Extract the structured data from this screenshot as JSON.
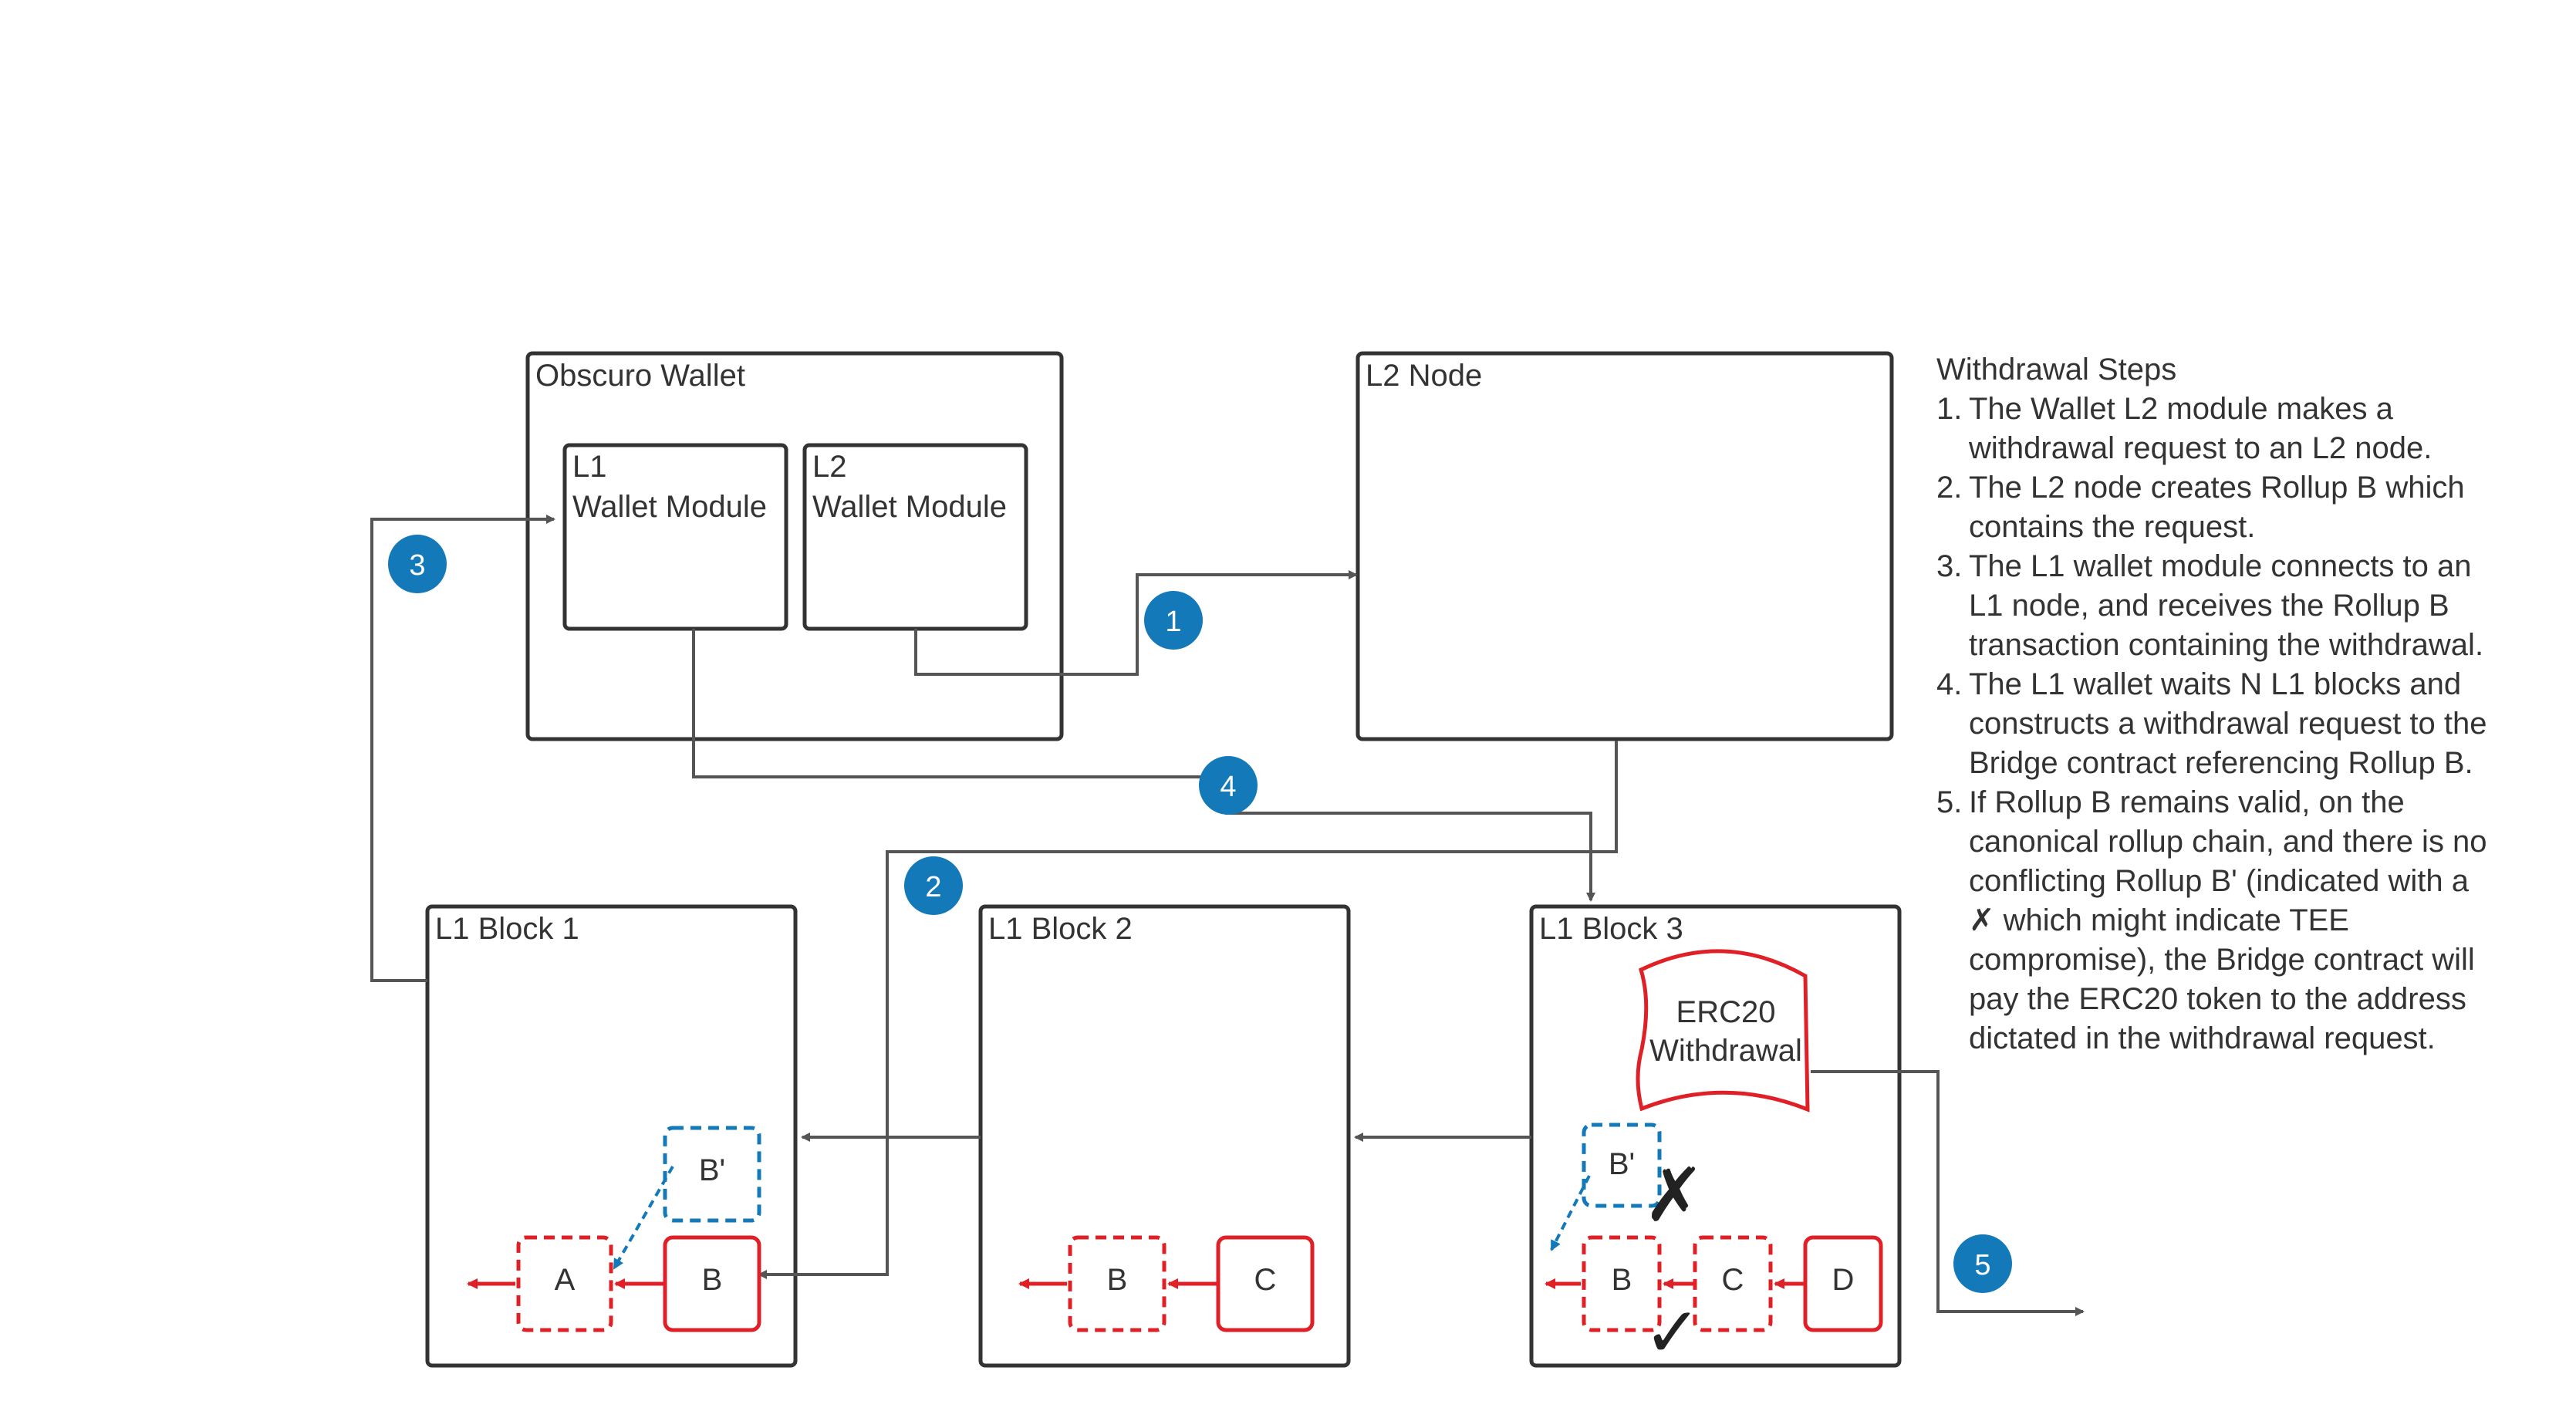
{
  "boxes": {
    "wallet": "Obscuro Wallet",
    "l1_module_line1": "L1",
    "l1_module_line2": "Wallet Module",
    "l2_module_line1": "L2",
    "l2_module_line2": "Wallet Module",
    "l2_node": "L2 Node",
    "block1": "L1 Block 1",
    "block2": "L1 Block 2",
    "block3": "L1 Block 3"
  },
  "erc20": {
    "line1": "ERC20",
    "line2": "Withdrawal"
  },
  "rollups": {
    "b1_bprime": "B'",
    "b1_a": "A",
    "b1_b": "B",
    "b2_b": "B",
    "b2_c": "C",
    "b3_bprime": "B'",
    "b3_b": "B",
    "b3_c": "C",
    "b3_d": "D"
  },
  "marks": {
    "cross": "✗",
    "check": "✓"
  },
  "step_badges": [
    "1",
    "2",
    "3",
    "4",
    "5"
  ],
  "colors": {
    "badge": "#1479B8",
    "canonical": "#E02027",
    "fork": "#1479B8",
    "box": "#333333",
    "arrow": "#555555"
  },
  "steps": {
    "title": "Withdrawal Steps",
    "items": [
      {
        "num": "1.",
        "lines": [
          "The Wallet L2 module makes a",
          "withdrawal request to an L2 node."
        ]
      },
      {
        "num": "2.",
        "lines": [
          "The L2 node creates Rollup B which",
          "contains the request."
        ]
      },
      {
        "num": "3.",
        "lines": [
          "The L1 wallet module connects to an",
          "L1 node, and receives the Rollup B",
          "transaction containing the withdrawal."
        ]
      },
      {
        "num": "4.",
        "lines": [
          "The L1 wallet waits N L1 blocks and",
          "constructs a withdrawal request to the",
          "Bridge contract referencing Rollup B."
        ]
      },
      {
        "num": "5.",
        "lines": [
          "If Rollup B remains valid, on the",
          "canonical rollup chain, and there is no",
          "conflicting Rollup B' (indicated with a",
          "✗ which might indicate TEE",
          "compromise), the Bridge contract will",
          "pay the ERC20 token to the address",
          "dictated in the withdrawal request."
        ]
      }
    ]
  }
}
